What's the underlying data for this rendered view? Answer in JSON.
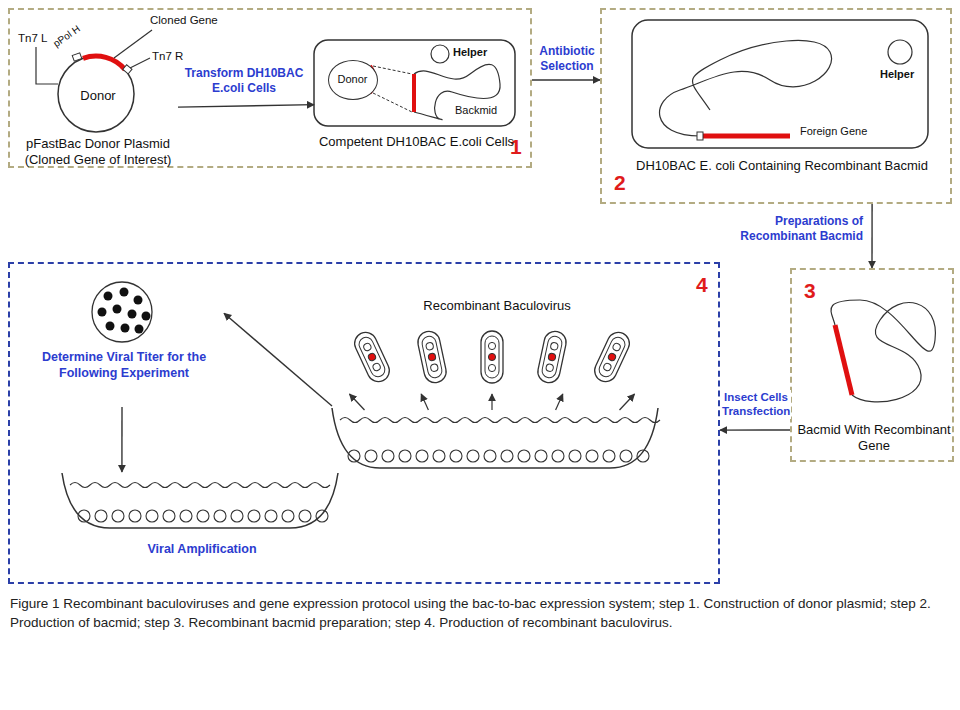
{
  "diagram": {
    "caption": "Figure 1 Recombinant baculoviruses and gene expression protocol using the bac-to-bac expression system; step 1. Construction of donor plasmid; step 2. Production of bacmid; step 3. Recombinant bacmid preparation; step 4. Production of recombinant baculovirus.",
    "nodes": [
      {
        "text": [
          "1"
        ]
      },
      {
        "text": [
          "Donor",
          "pFastBac Donor Plasmid (Cloned Gene of Interest)"
        ],
        "in": 0
      },
      {
        "text": [
          "Competent DH10BAC E.coli Cells"
        ],
        "in": 0
      },
      {
        "text": [
          "Donor"
        ],
        "in": 2
      },
      {
        "text": [
          "2"
        ]
      },
      {
        "text": [
          "DH10BAC E. coli Containing Recombinant Bacmid"
        ],
        "in": 4
      },
      {
        "text": [
          "3",
          "Bacmid With Recombinant Gene"
        ]
      },
      {
        "text": [
          "4"
        ]
      },
      {
        "text": [
          "Determine Viral Titer for the Following Experiment"
        ],
        "in": 7
      },
      {
        "text": [
          "Recombinant Baculovirus"
        ],
        "in": 7
      },
      {
        "text": [
          "Viral Amplification"
        ],
        "in": 7
      }
    ],
    "edges": [
      {
        "from": 1,
        "to": 2,
        "label": "Transform DH10BAC E.coli Cells",
        "arrow": "to"
      },
      {
        "from": 0,
        "to": 4,
        "label": "Antibiotic Selection",
        "arrow": "to"
      },
      {
        "from": 4,
        "to": 6,
        "label": "Preparations of Recombinant Bacmid",
        "arrow": "to"
      },
      {
        "from": 6,
        "to": 7,
        "label": "Insect Cells Transfection",
        "arrow": "to"
      },
      {
        "from": 9,
        "to": 8,
        "arrow": "to"
      },
      {
        "from": 8,
        "to": 10,
        "arrow": "to"
      }
    ],
    "labels": [
      "Cloned Gene",
      "Tn7 L",
      "pPol H",
      "Tn7 R",
      "Helper",
      "Backmid",
      "Helper",
      "Foreign Gene"
    ]
  }
}
